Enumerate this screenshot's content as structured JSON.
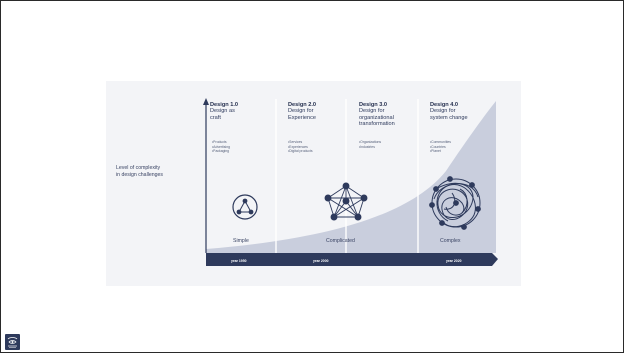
{
  "diagram": {
    "y_axis_label_lines": [
      "Level of complexity",
      "in design challenges"
    ],
    "stages": [
      {
        "number": "Design 1.0",
        "subtitle_lines": [
          "Design as",
          "craft"
        ],
        "items": [
          "•Products",
          "•Advertising",
          "•Packaging"
        ],
        "complexity_label": "Simple",
        "year": "year 1950"
      },
      {
        "number": "Design 2.0",
        "subtitle_lines": [
          "Design for",
          "Experience"
        ],
        "items": [
          "•Services",
          "•Experiences",
          "•Digital products"
        ],
        "complexity_label": "Complicated",
        "year": "year 2000"
      },
      {
        "number": "Design 3.0",
        "subtitle_lines": [
          "Design for",
          "organizational",
          "transformation"
        ],
        "items": [
          "•Organizations",
          "•Industries"
        ],
        "complexity_label": "",
        "year": ""
      },
      {
        "number": "Design 4.0",
        "subtitle_lines": [
          "Design for",
          "system change"
        ],
        "items": [
          "•Communities",
          "•Countries",
          "•Planet"
        ],
        "complexity_label": "Complex",
        "year": "year 2020"
      }
    ],
    "colors": {
      "navy": "#2e3a5c",
      "curve_fill": "#c9cedd",
      "background": "#f3f4f7",
      "divider": "#ffffff"
    },
    "icons": [
      "triangle-network-icon",
      "star-network-icon",
      "tangled-network-icon"
    ]
  },
  "slide": {
    "corner_icon": "slide-logo-icon"
  }
}
